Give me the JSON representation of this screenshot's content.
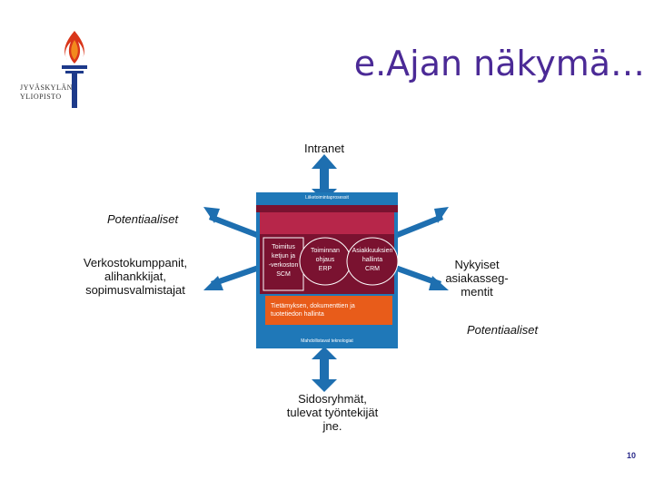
{
  "title": "e.Ajan näkymä…",
  "logo": {
    "line1": "JYVÄSKYLÄN",
    "line2": "YLIOPISTO"
  },
  "diagram": {
    "intranet": "Intranet",
    "top_band_label": "Liiketoimintaprosessit",
    "bottom_band_label": "Mahdollistavat teknologiat",
    "left_group": {
      "tag": "Potentiaaliset",
      "text": [
        "Verkostokumppanit,",
        "alihankkijat,",
        "sopimusvalmistajat"
      ]
    },
    "right_group": {
      "tag": "Potentiaaliset",
      "text": [
        "Nykyiset",
        "asiakasseg-",
        "mentit"
      ]
    },
    "bottom_group": {
      "text": [
        "Sidosryhmät,",
        "tulevat työntekijät",
        "jne."
      ]
    },
    "boxes": [
      {
        "lines": [
          "Toimitus",
          "ketjun ja",
          "-verkoston",
          "SCM"
        ]
      },
      {
        "lines": [
          "Toiminnan",
          "ohjaus",
          "ERP"
        ]
      },
      {
        "lines": [
          "Asiakkuuksien",
          "hallinta",
          "CRM"
        ]
      }
    ],
    "orange_lines": [
      "Tietämyksen, dokumenttien ja",
      "tuotetiedon hallinta"
    ]
  },
  "colors": {
    "outer_box": "#1f78b8",
    "inner_band": "#7a1230",
    "orange": "#e85c1a",
    "arrow": "#1e6fb0",
    "title": "#4b2a96"
  },
  "page_number": "10"
}
